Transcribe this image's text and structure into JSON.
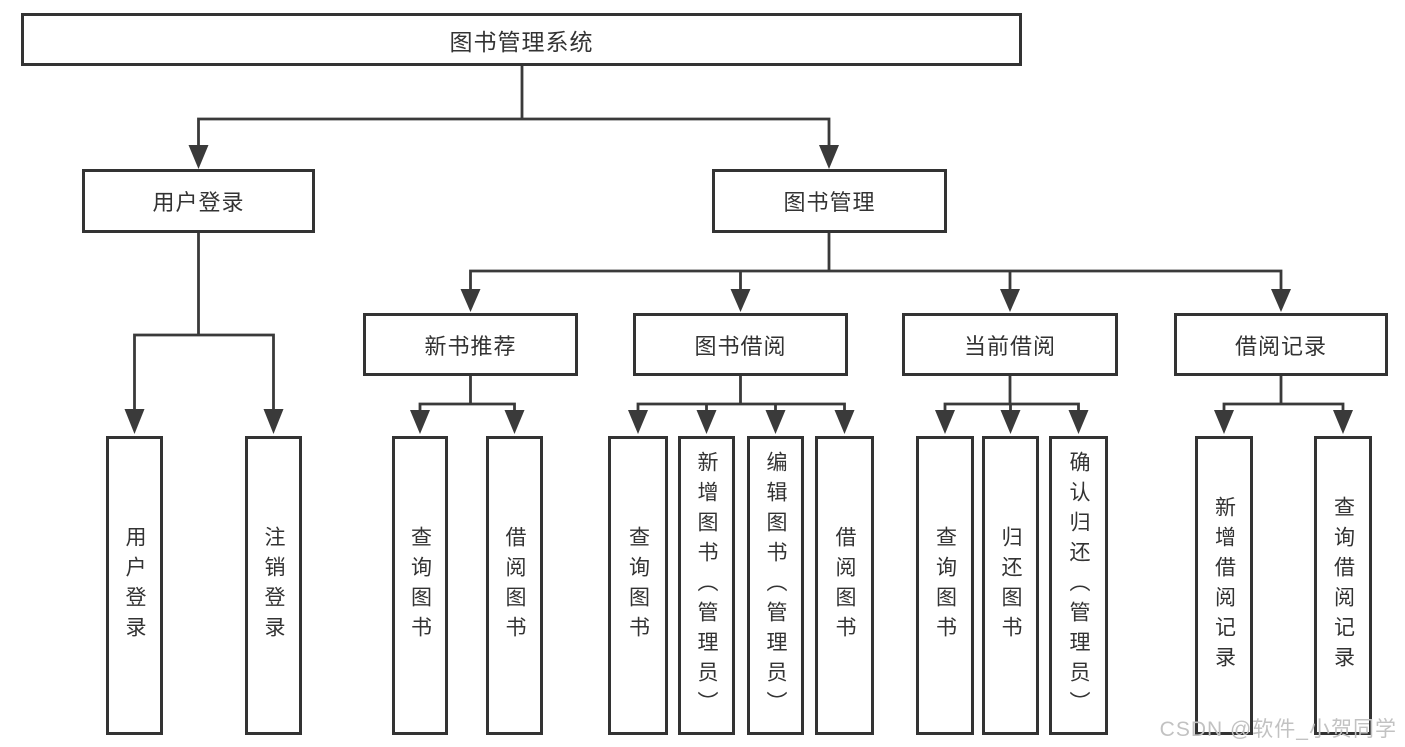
{
  "diagram": {
    "title": "图书管理系统",
    "branches": [
      {
        "label": "用户登录",
        "children": [
          {
            "label": "用户登录"
          },
          {
            "label": "注销登录"
          }
        ]
      },
      {
        "label": "图书管理",
        "children": [
          {
            "label": "新书推荐",
            "children": [
              {
                "label": "查询图书"
              },
              {
                "label": "借阅图书"
              }
            ]
          },
          {
            "label": "图书借阅",
            "children": [
              {
                "label": "查询图书"
              },
              {
                "label": "新增图书（管理员）"
              },
              {
                "label": "编辑图书（管理员）"
              },
              {
                "label": "借阅图书"
              }
            ]
          },
          {
            "label": "当前借阅",
            "children": [
              {
                "label": "查询图书"
              },
              {
                "label": "归还图书"
              },
              {
                "label": "确认归还（管理员）"
              }
            ]
          },
          {
            "label": "借阅记录",
            "children": [
              {
                "label": "新增借阅记录"
              },
              {
                "label": "查询借阅记录"
              }
            ]
          }
        ]
      }
    ]
  },
  "colors": {
    "line": "#3a3a3a",
    "box_border": "#333333",
    "text": "#333333",
    "watermark": "#c2c2c2"
  },
  "watermark": {
    "text": "CSDN @软件_小贺同学"
  }
}
